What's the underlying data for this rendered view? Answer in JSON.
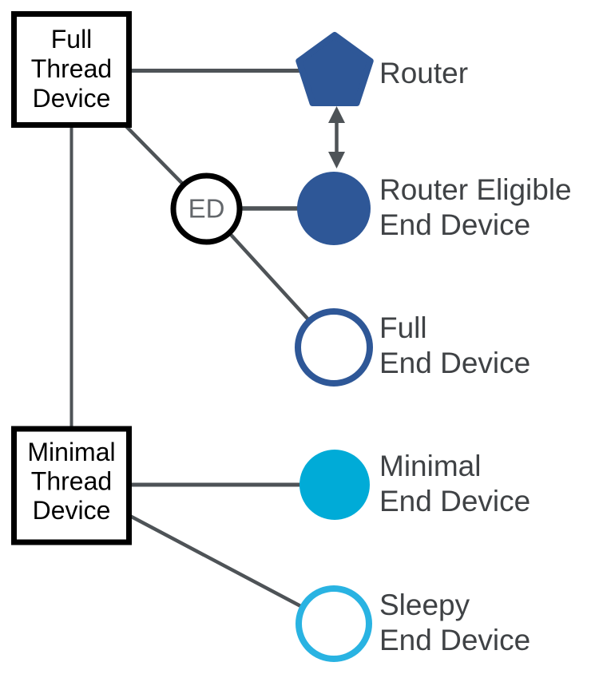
{
  "colors": {
    "blue": "#2e5797",
    "cyan": "#00abd7",
    "cyan_light": "#29b3e2",
    "line": "#4e5357",
    "box_border": "#000000",
    "box_text": "#000000",
    "label_text": "#3f4245",
    "ed_text": "#63676b",
    "background": "#ffffff"
  },
  "boxes": {
    "full_thread_device": {
      "lines": [
        "Full",
        "Thread",
        "Device"
      ]
    },
    "minimal_thread_device": {
      "lines": [
        "Minimal",
        "Thread",
        "Device"
      ]
    }
  },
  "nodes": {
    "router": {
      "shape": "pentagon",
      "label": "Router"
    },
    "ed_junction": {
      "shape": "circle-outline-black",
      "label": "ED"
    },
    "router_eligible_end_device": {
      "shape": "circle-filled-blue",
      "label_lines": [
        "Router Eligible",
        "End Device"
      ]
    },
    "full_end_device": {
      "shape": "circle-outline-blue",
      "label_lines": [
        "Full",
        "End Device"
      ]
    },
    "minimal_end_device": {
      "shape": "circle-filled-cyan",
      "label_lines": [
        "Minimal",
        "End Device"
      ]
    },
    "sleepy_end_device": {
      "shape": "circle-outline-cyan",
      "label_lines": [
        "Sleepy",
        "End Device"
      ]
    }
  }
}
